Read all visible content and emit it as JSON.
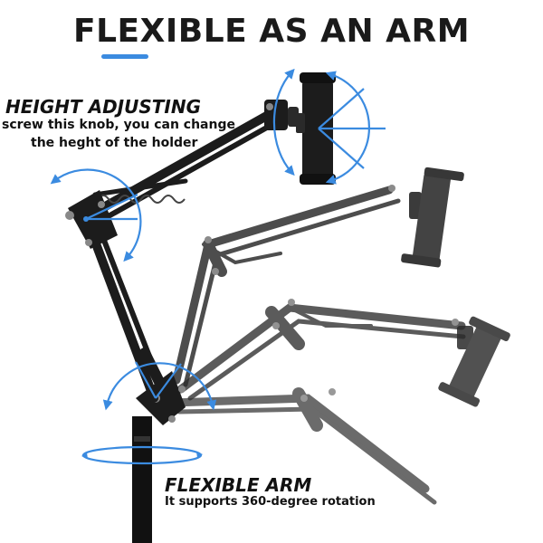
{
  "title": "FLEXIBLE AS AN ARM",
  "height_adjusting": {
    "heading": "HEIGHT ADJUSTING",
    "line1": "screw this knob, you can change",
    "line2": "the heght of the holder"
  },
  "flexible_arm": {
    "heading": "FLEXIBLE ARM",
    "description": "It supports 360-degree rotation"
  },
  "colors": {
    "accent": "#3b8be0",
    "arm_dark": "#1c1c1c",
    "arm_ghost": "#4a4a4a"
  }
}
